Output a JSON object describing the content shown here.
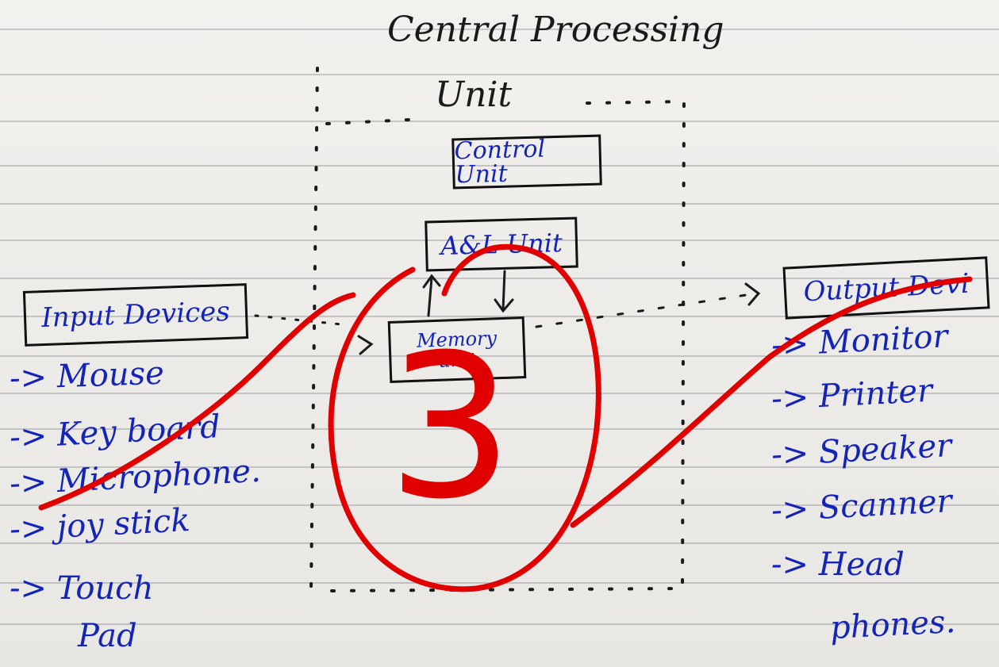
{
  "diagram": {
    "cpu": {
      "title_line1": "Central Processing",
      "title_line2": "Unit"
    },
    "control_unit": "Control Unit",
    "alu": "A&L Unit",
    "memory_unit_line1": "Memory",
    "memory_unit_line2": "unit",
    "input": {
      "title": "Input Devices",
      "items": [
        "-> Mouse",
        "-> Key board",
        "-> Microphone.",
        "-> joy stick",
        "-> Touch",
        "Pad"
      ]
    },
    "output": {
      "title": "Output Devi",
      "items": [
        "-> Monitor",
        "-> Printer",
        "-> Speaker",
        "-> Scanner",
        "-> Head",
        "phones."
      ]
    },
    "grade_mark": "3"
  },
  "colors": {
    "paper": "#ecebe8",
    "pencil": "#1a1a1a",
    "blue_ink": "#1424b8",
    "red_pen": "#e00000"
  }
}
